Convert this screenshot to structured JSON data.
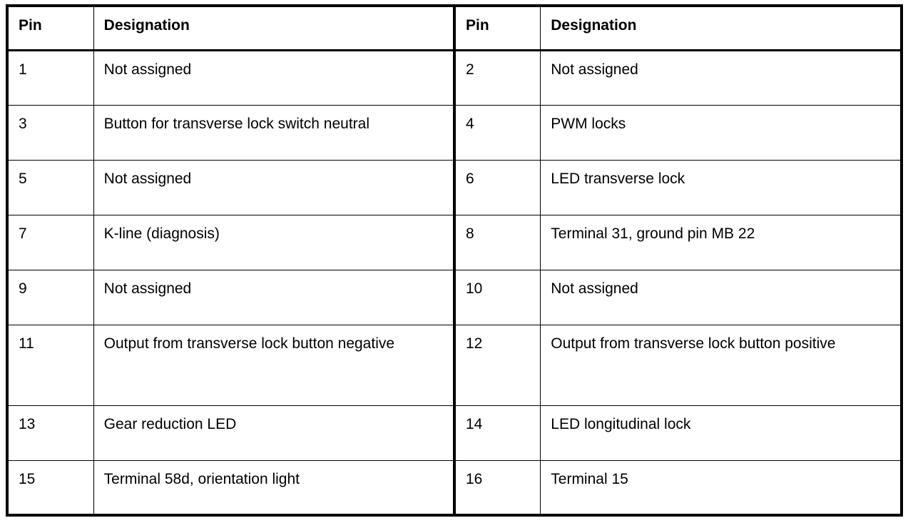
{
  "document": {
    "title": "Pin assignment table",
    "background_color": "#ffffff",
    "text_color": "#000000",
    "border_color": "#000000"
  },
  "tables": [
    {
      "id": "left",
      "headers": {
        "pin": "Pin",
        "designation": "Designation"
      },
      "rows": [
        {
          "pin": "1",
          "designation": "Not assigned",
          "tall": false
        },
        {
          "pin": "3",
          "designation": "Button for transverse lock switch neutral",
          "tall": false
        },
        {
          "pin": "5",
          "designation": "Not assigned",
          "tall": false
        },
        {
          "pin": "7",
          "designation": "K-line (diagnosis)",
          "tall": false
        },
        {
          "pin": "9",
          "designation": "Not assigned",
          "tall": false
        },
        {
          "pin": "11",
          "designation": "Output from transverse lock button negative",
          "tall": true
        },
        {
          "pin": "13",
          "designation": "Gear reduction LED",
          "tall": false
        },
        {
          "pin": "15",
          "designation": "Terminal 58d, orientation light",
          "tall": false
        }
      ]
    },
    {
      "id": "right",
      "headers": {
        "pin": "Pin",
        "designation": "Designation"
      },
      "rows": [
        {
          "pin": "2",
          "designation": "Not assigned",
          "tall": false
        },
        {
          "pin": "4",
          "designation": "PWM locks",
          "tall": false
        },
        {
          "pin": "6",
          "designation": "LED transverse lock",
          "tall": false
        },
        {
          "pin": "8",
          "designation": "Terminal 31, ground pin MB 22",
          "tall": false
        },
        {
          "pin": "10",
          "designation": "Not assigned",
          "tall": false
        },
        {
          "pin": "12",
          "designation": "Output from transverse lock button positive",
          "tall": true
        },
        {
          "pin": "14",
          "designation": "LED longitudinal lock",
          "tall": false
        },
        {
          "pin": "16",
          "designation": "Terminal 15",
          "tall": false
        }
      ]
    }
  ]
}
